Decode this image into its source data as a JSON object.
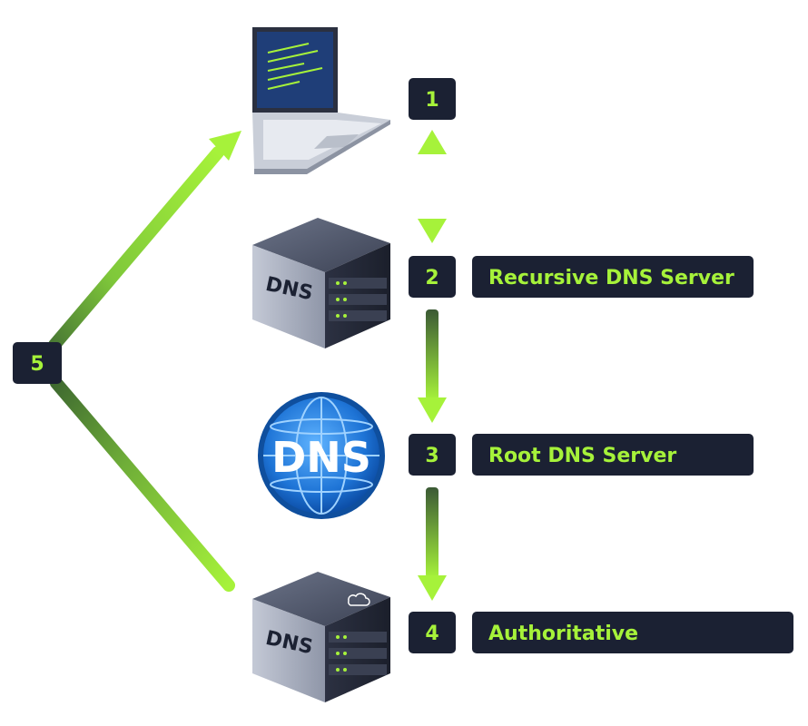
{
  "colors": {
    "accent": "#a6f23a",
    "badge_bg": "#1b2133",
    "arrow_dark": "#4a7a34"
  },
  "icons": {
    "laptop": "laptop-icon",
    "recursive_server": "dns-server-icon",
    "root_globe": "dns-globe-icon",
    "authoritative_server": "dns-server-cloud-icon"
  },
  "steps": [
    {
      "number": "1",
      "label": ""
    },
    {
      "number": "2",
      "label": "Recursive DNS Server"
    },
    {
      "number": "3",
      "label": "Root DNS Server"
    },
    {
      "number": "4",
      "label": "Authoritative"
    },
    {
      "number": "5",
      "label": ""
    }
  ],
  "icon_text": {
    "recursive_server": "DNS",
    "root_globe": "DNS",
    "authoritative_server": "DNS"
  }
}
